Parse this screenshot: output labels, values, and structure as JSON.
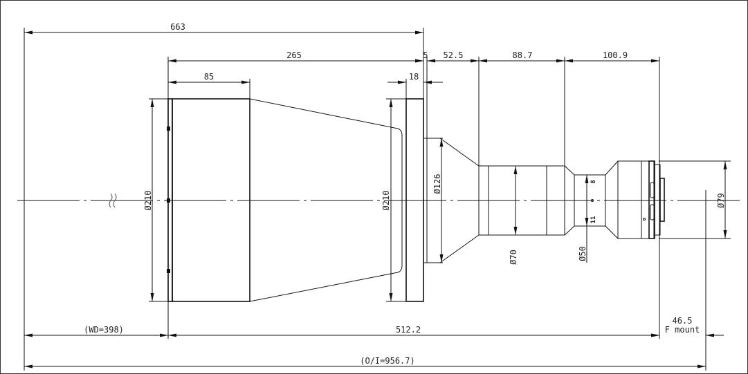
{
  "drawing": {
    "top_dimensions": {
      "overall": "663",
      "front_to_flange": "265",
      "hood": "85",
      "flange_gap": "5",
      "flange_thickness": "18",
      "cone": "52.5",
      "barrel": "88.7",
      "rear": "100.9"
    },
    "diameters": {
      "hood": "Ø210",
      "flange": "Ø210",
      "neck": "Ø126",
      "barrel": "Ø70",
      "iris": "Ø50",
      "mount": "Ø79"
    },
    "iris_marks": [
      "11",
      "8"
    ],
    "bottom_dimensions": {
      "working_distance": "(WD=398)",
      "lens_length": "512.2",
      "flange_back": "46.5",
      "mount_type": "F mount",
      "object_to_image": "(O/I=956.7)"
    }
  }
}
